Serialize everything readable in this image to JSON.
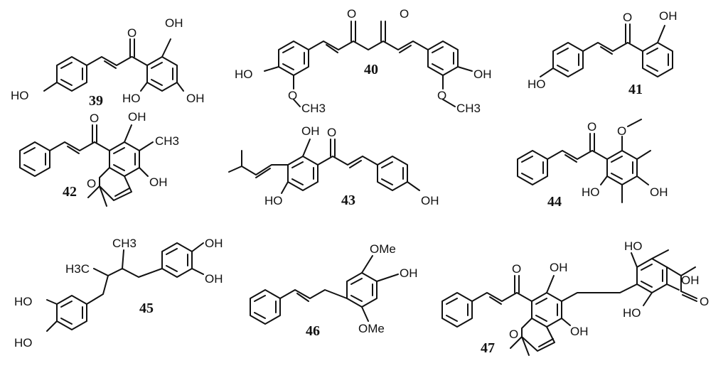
{
  "compounds": [
    {
      "number": "39",
      "labels": [
        "HO",
        "O",
        "OH",
        "HO",
        "OH"
      ]
    },
    {
      "number": "40",
      "labels": [
        "O",
        "O",
        "HO",
        "O",
        "CH3",
        "OH",
        "O",
        "CH3"
      ]
    },
    {
      "number": "41",
      "labels": [
        "O",
        "OH",
        "HO"
      ]
    },
    {
      "number": "42",
      "labels": [
        "O",
        "OH",
        "CH3",
        "OH",
        "O"
      ]
    },
    {
      "number": "43",
      "labels": [
        "OH",
        "O",
        "HO",
        "OH"
      ]
    },
    {
      "number": "44",
      "labels": [
        "O",
        "O",
        "HO",
        "OH"
      ]
    },
    {
      "number": "45",
      "labels": [
        "OH",
        "OH",
        "CH3",
        "H3C",
        "HO",
        "HO"
      ]
    },
    {
      "number": "46",
      "labels": [
        "OMe",
        "OH",
        "OMe"
      ]
    },
    {
      "number": "47",
      "labels": [
        "O",
        "OH",
        "HO",
        "OH",
        "OH",
        "HO",
        "O",
        "O"
      ]
    }
  ]
}
